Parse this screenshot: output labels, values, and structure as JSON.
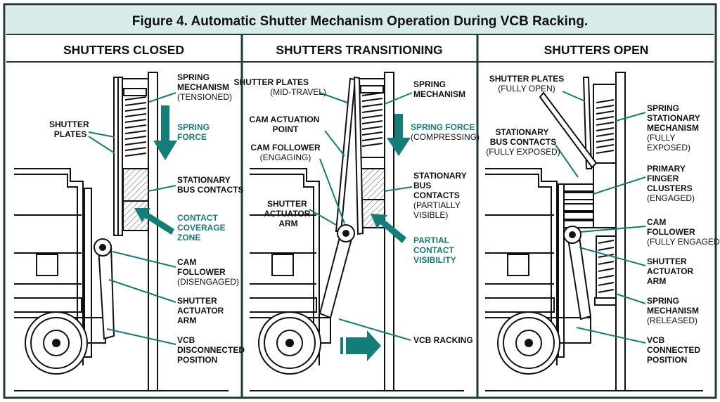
{
  "title": "Figure 4. Automatic Shutter Mechanism Operation During VCB Racking.",
  "colors": {
    "accent": "#137e78",
    "title_bg": "#d7ebe9",
    "ink": "#111111",
    "border": "#1e3b3a"
  },
  "panels": [
    {
      "heading": "SHUTTERS CLOSED",
      "labels": {
        "shutter_plates": [
          "SHUTTER",
          "PLATES"
        ],
        "spring_mechanism": [
          "SPRING",
          "MECHANISM"
        ],
        "spring_state": "(TENSIONED)",
        "spring_force": [
          "SPRING",
          "FORCE"
        ],
        "stationary_bus": [
          "STATIONARY",
          "BUS CONTACTS"
        ],
        "contact_zone": [
          "CONTACT",
          "COVERAGE",
          "ZONE"
        ],
        "cam_follower": [
          "CAM",
          "FOLLOWER"
        ],
        "cam_state": "(DISENGAGED)",
        "actuator_arm": [
          "SHUTTER",
          "ACTUATOR",
          "ARM"
        ],
        "vcb_position": [
          "VCB",
          "DISCONNECTED",
          "POSITION"
        ]
      }
    },
    {
      "heading": "SHUTTERS TRANSITIONING",
      "labels": {
        "shutter_plates": "SHUTTER PLATES",
        "shutter_state": "(MID-TRAVEL)",
        "spring_mechanism": [
          "SPRING",
          "MECHANISM"
        ],
        "cam_point": [
          "CAM ACTUATION",
          "POINT"
        ],
        "spring_force": "SPRING FORCE",
        "spring_force_state": "(COMPRESSING)",
        "cam_follower": "CAM FOLLOWER",
        "cam_state": "(ENGAGING)",
        "stationary_bus": [
          "STATIONARY",
          "BUS",
          "CONTACTS"
        ],
        "bus_state": [
          "(PARTIALLY",
          "VISIBLE)"
        ],
        "actuator_arm": [
          "SHUTTER",
          "ACTUATOR",
          "ARM"
        ],
        "partial_visibility": [
          "PARTIAL",
          "CONTACT",
          "VISIBILITY"
        ],
        "vcb_racking": "VCB RACKING"
      }
    },
    {
      "heading": "SHUTTERS OPEN",
      "labels": {
        "shutter_plates": "SHUTTER PLATES",
        "shutter_state": "(FULLY OPEN)",
        "spring_stationary": [
          "SPRING",
          "STATIONARY",
          "MECHANISM"
        ],
        "spring_stationary_state": [
          "(FULLY",
          "EXPOSED)"
        ],
        "stationary_bus": [
          "STATIONARY",
          "BUS CONTACTS"
        ],
        "bus_state": "(FULLY EXPOSED)",
        "finger_clusters": [
          "PRIMARY",
          "FINGER",
          "CLUSTERS"
        ],
        "finger_state": "(ENGAGED)",
        "cam_follower": [
          "CAM",
          "FOLLOWER"
        ],
        "cam_state": "(FULLY ENGAGED)",
        "actuator_arm": [
          "SHUTTER",
          "ACTUATOR",
          "ARM"
        ],
        "spring_mechanism": [
          "SPRING",
          "MECHANISM"
        ],
        "spring_state": "(RELEASED)",
        "vcb_position": [
          "VCB",
          "CONNECTED",
          "POSITION"
        ]
      }
    }
  ]
}
